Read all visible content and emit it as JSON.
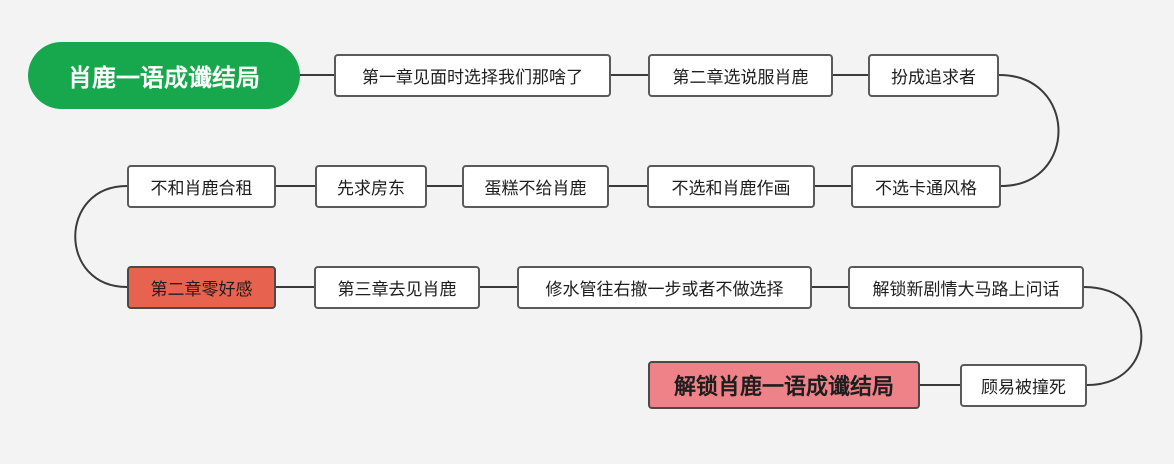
{
  "diagram": {
    "colors": {
      "background": "#f3f3f3",
      "start_green": "#17a84d",
      "highlight_red": "#e8634f",
      "end_pink": "#ef8288",
      "link": "#3a3a3a"
    },
    "nodes": {
      "start": "肖鹿一语成谶结局",
      "n1": "第一章见面时选择我们那啥了",
      "n2": "第二章选说服肖鹿",
      "n3": "扮成追求者",
      "n4": "不选卡通风格",
      "n5": "不选和肖鹿作画",
      "n6": "蛋糕不给肖鹿",
      "n7": "先求房东",
      "n8": "不和肖鹿合租",
      "n9": "第二章零好感",
      "n10": "第三章去见肖鹿",
      "n11": "修水管往右撤一步或者不做选择",
      "n12": "解锁新剧情大马路上问话",
      "n13": "顾易被撞死",
      "end": "解锁肖鹿一语成谶结局"
    }
  }
}
